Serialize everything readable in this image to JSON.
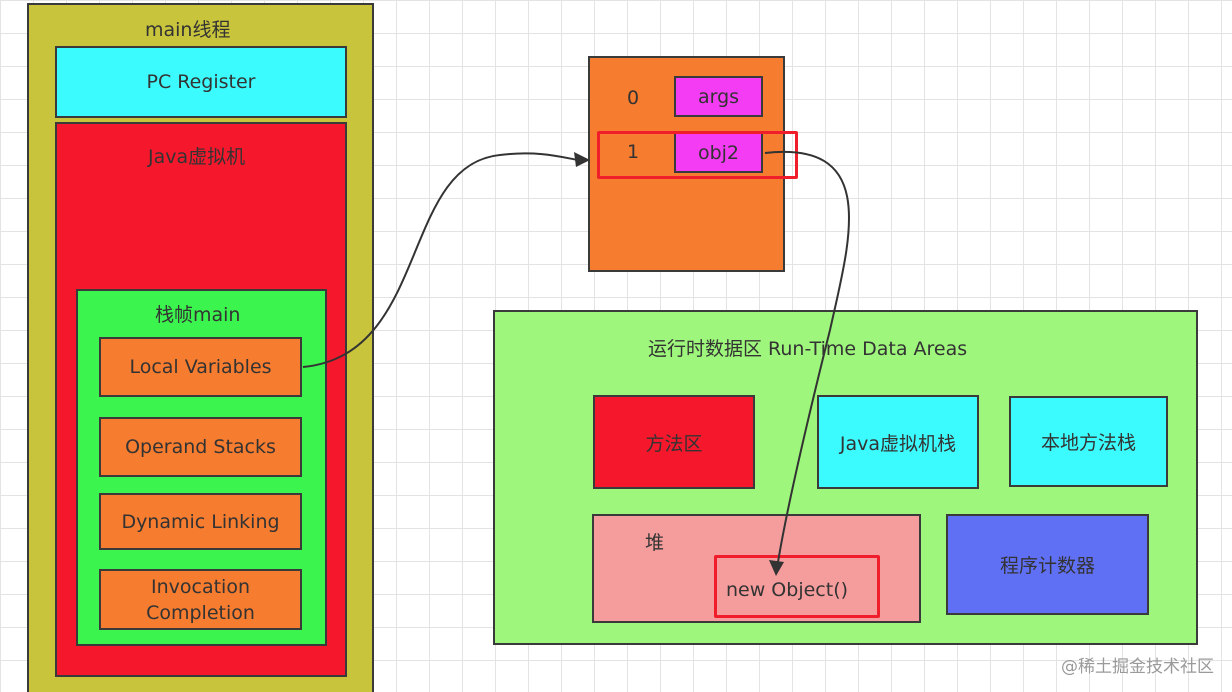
{
  "thread": {
    "title": "main线程",
    "pc_register": "PC Register",
    "jvm_title": "Java虚拟机",
    "frame": {
      "title": "栈帧main",
      "items": [
        "Local Variables",
        "Operand Stacks",
        "Dynamic Linking",
        "Invocation\nCompletion"
      ]
    }
  },
  "local_vars": {
    "slots": [
      {
        "index": "0",
        "value": "args"
      },
      {
        "index": "1",
        "value": "obj2"
      }
    ]
  },
  "runtime": {
    "title": "运行时数据区 Run-Time Data Areas",
    "method_area": "方法区",
    "jvm_stack": "Java虚拟机栈",
    "native_stack": "本地方法栈",
    "heap": {
      "title": "堆",
      "object": "new Object()"
    },
    "pc_counter": "程序计数器"
  },
  "watermark": "@稀土掘金技术社区",
  "colors": {
    "thread_bg": "#c8c43c",
    "pc_register_bg": "#3cfbff",
    "jvm_bg": "#f5182c",
    "frame_bg": "#3cf44e",
    "frame_item_bg": "#f67c2f",
    "local_table_bg": "#f67c2f",
    "slot_value_bg": "#f53cf5",
    "runtime_bg": "#9ef77c",
    "method_area_bg": "#f5182c",
    "stack_bg": "#3cfbff",
    "heap_bg": "#f59c9c",
    "pc_counter_bg": "#6070f5",
    "highlight": "#f01e2a"
  }
}
